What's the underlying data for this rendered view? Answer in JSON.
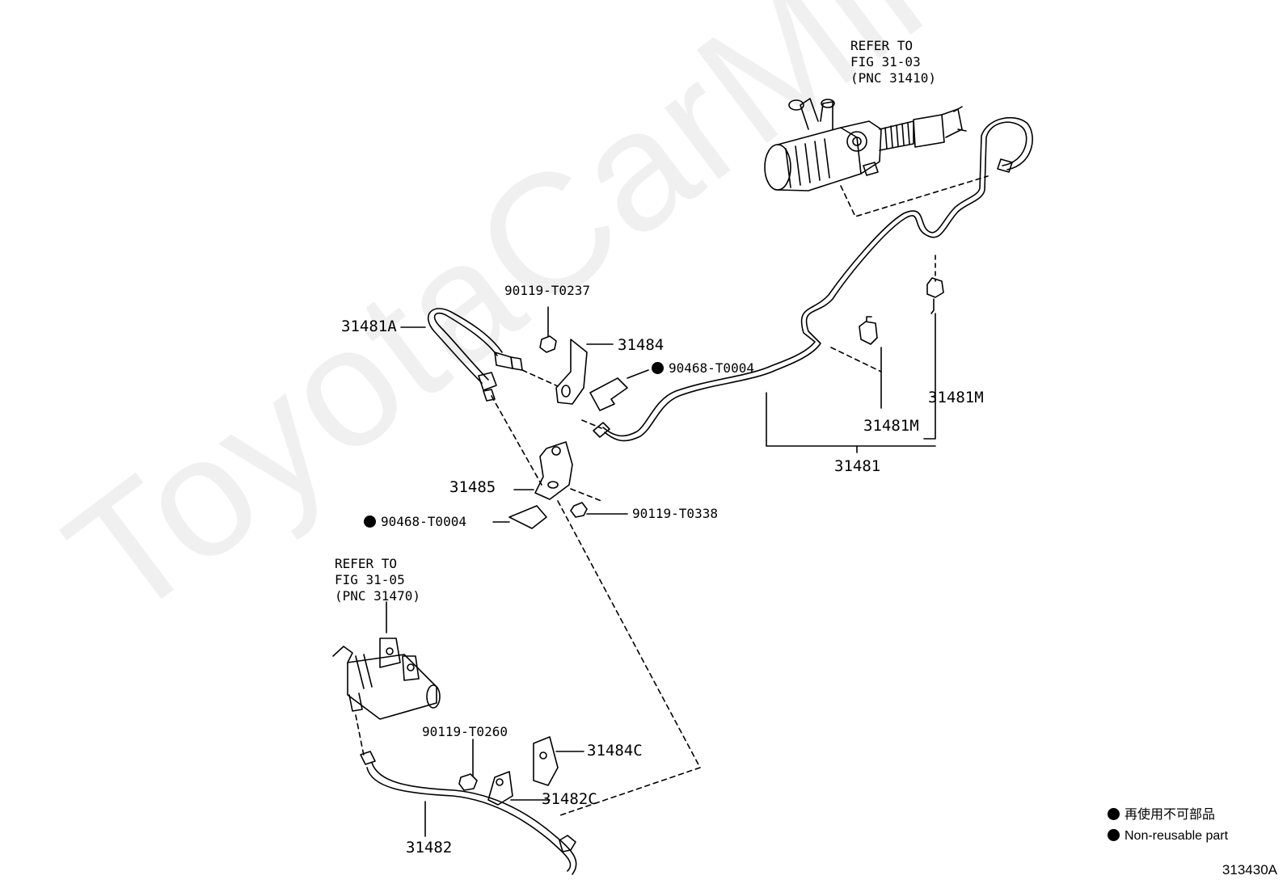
{
  "watermark": "ToyotaCarMine.ru",
  "refs": {
    "master_cylinder": "REFER TO\nFIG 31-03\n(PNC 31410)",
    "release_cylinder": "REFER TO\nFIG 31-05\n(PNC 31470)"
  },
  "labels": {
    "p31481A": "31481A",
    "p90119_T0237": "90119-T0237",
    "p31484": "31484",
    "p90468_T0004_top": "90468-T0004",
    "p31481M_right": "31481M",
    "p31481M_center": "31481M",
    "p31481": "31481",
    "p31485": "31485",
    "p90468_T0004_bottom": "90468-T0004",
    "p90119_T0338": "90119-T0338",
    "p90119_T0260": "90119-T0260",
    "p31484C": "31484C",
    "p31482C": "31482C",
    "p31482": "31482"
  },
  "legend": {
    "line1": "再使用不可部品",
    "line2": "Non-reusable part"
  },
  "figure_number": "313430A"
}
